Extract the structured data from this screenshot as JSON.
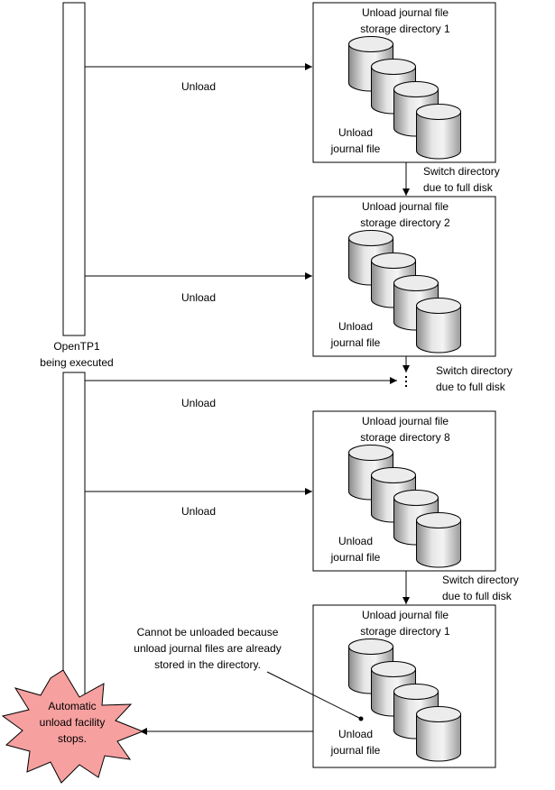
{
  "process": {
    "label_line1": "OpenTP1",
    "label_line2": "being executed"
  },
  "arrows": {
    "unload_label": "Unload"
  },
  "directories": [
    {
      "title_line1": "Unload journal file",
      "title_line2": "storage directory 1",
      "file_line1": "Unload",
      "file_line2": "journal file"
    },
    {
      "title_line1": "Unload journal file",
      "title_line2": "storage directory 2",
      "file_line1": "Unload",
      "file_line2": "journal file"
    },
    {
      "title_line1": "Unload journal file",
      "title_line2": "storage directory 8",
      "file_line1": "Unload",
      "file_line2": "journal file"
    },
    {
      "title_line1": "Unload journal file",
      "title_line2": "storage directory 1",
      "file_line1": "Unload",
      "file_line2": "journal file"
    }
  ],
  "switches": [
    {
      "line1": "Switch directory",
      "line2": "due to full disk"
    },
    {
      "line1": "Switch directory",
      "line2": "due to full disk"
    },
    {
      "line1": "Switch directory",
      "line2": "due to full disk"
    }
  ],
  "annotation": {
    "line1": "Cannot be unloaded because",
    "line2": "unload journal files are already",
    "line3": "stored in the directory."
  },
  "stop_burst": {
    "line1": "Automatic",
    "line2": "unload facility",
    "line3": "stops."
  }
}
